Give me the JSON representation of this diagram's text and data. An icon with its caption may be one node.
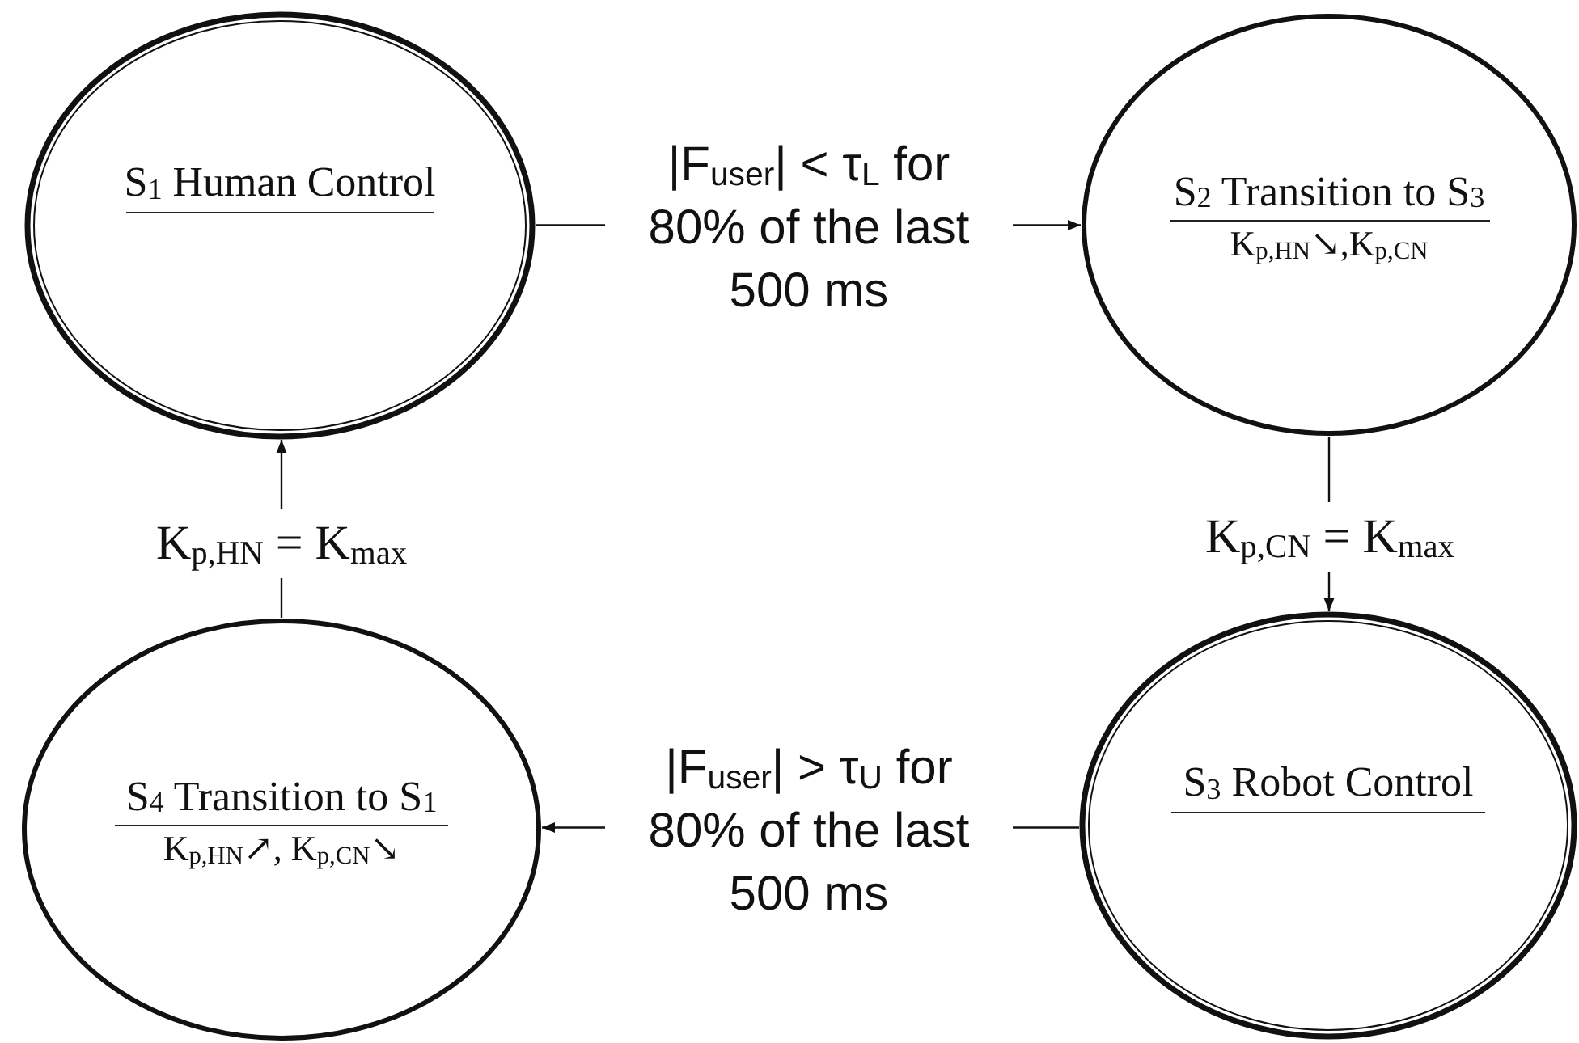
{
  "diagram": {
    "nodes": [
      {
        "text": [
          "S$_{1}$ Human Control"
        ]
      },
      {
        "text": [
          "S$_{2}$ Transition to S$_{3}$",
          "K$_{p,HN}$↘,K$_{p,CN}$"
        ]
      },
      {
        "text": [
          "S$_{3}$ Robot Control"
        ]
      },
      {
        "text": [
          "S$_{4}$ Transition to S$_{1}$",
          "K$_{p,HN}$↗, K$_{p,CN}$↘"
        ]
      }
    ],
    "edges": [
      {
        "from": 0,
        "to": 1,
        "arrow": "to",
        "label": "|F$_{user}$| < τ$_{L}$ for 80% of the last 500 ms"
      },
      {
        "from": 1,
        "to": 2,
        "arrow": "to",
        "label": "K$_{p,CN}$ = K$_{max}$"
      },
      {
        "from": 2,
        "to": 3,
        "arrow": "to",
        "label": "|F$_{user}$| > τ$_{U}$ for 80% of the last 500 ms"
      },
      {
        "from": 3,
        "to": 0,
        "arrow": "to",
        "label": "K$_{p,HN}$ = K$_{max}$"
      }
    ]
  }
}
